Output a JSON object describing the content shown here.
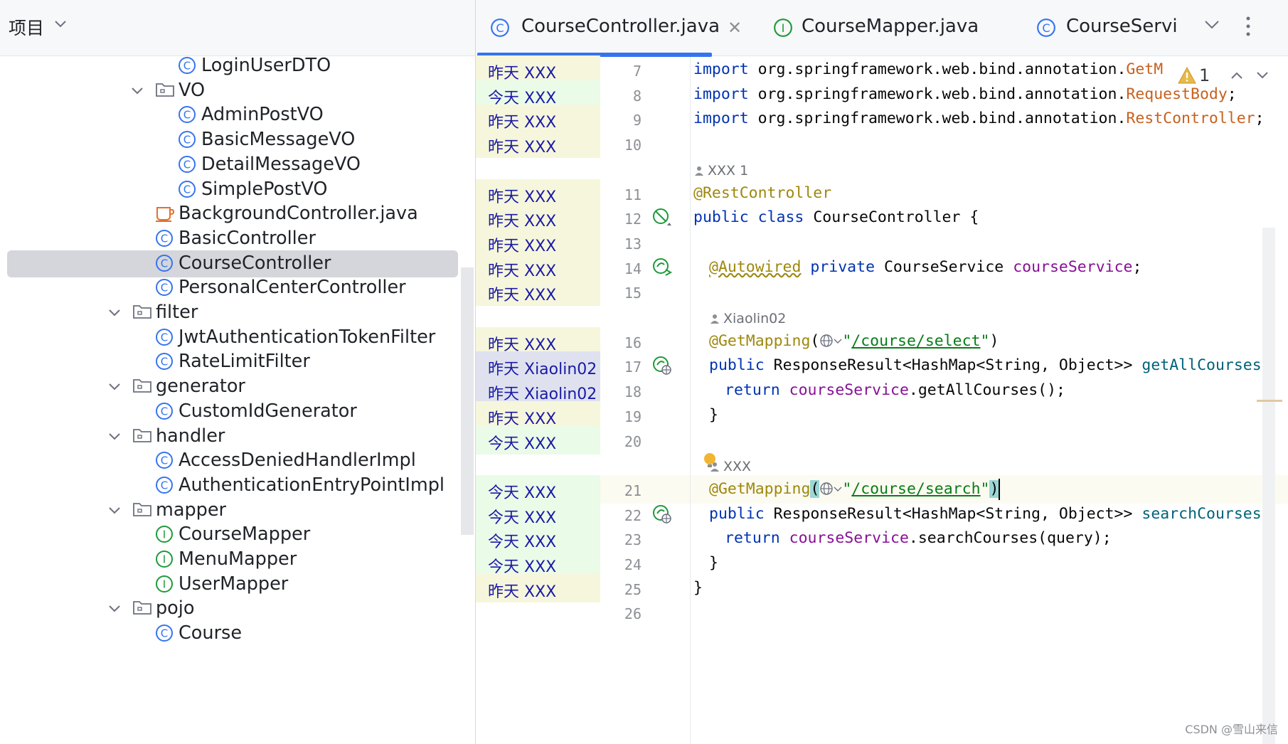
{
  "project": {
    "title": "项目",
    "tree": [
      {
        "label": "LoginUserDTO",
        "icon": "class-icon",
        "indent": 3,
        "expanded": null
      },
      {
        "label": "VO",
        "icon": "folder-icon",
        "indent": 2,
        "expanded": true
      },
      {
        "label": "AdminPostVO",
        "icon": "class-icon",
        "indent": 3,
        "expanded": null
      },
      {
        "label": "BasicMessageVO",
        "icon": "class-icon",
        "indent": 3,
        "expanded": null
      },
      {
        "label": "DetailMessageVO",
        "icon": "class-icon",
        "indent": 3,
        "expanded": null
      },
      {
        "label": "SimplePostVO",
        "icon": "class-icon",
        "indent": 3,
        "expanded": null
      },
      {
        "label": "BackgroundController.java",
        "icon": "java-file-icon",
        "indent": 2,
        "expanded": null
      },
      {
        "label": "BasicController",
        "icon": "class-icon",
        "indent": 2,
        "expanded": null
      },
      {
        "label": "CourseController",
        "icon": "class-icon",
        "indent": 2,
        "expanded": null,
        "selected": true
      },
      {
        "label": "PersonalCenterController",
        "icon": "class-icon",
        "indent": 2,
        "expanded": null
      },
      {
        "label": "filter",
        "icon": "folder-icon",
        "indent": 1,
        "expanded": true
      },
      {
        "label": "JwtAuthenticationTokenFilter",
        "icon": "class-icon",
        "indent": 2,
        "expanded": null
      },
      {
        "label": "RateLimitFilter",
        "icon": "class-icon",
        "indent": 2,
        "expanded": null
      },
      {
        "label": "generator",
        "icon": "folder-icon",
        "indent": 1,
        "expanded": true
      },
      {
        "label": "CustomIdGenerator",
        "icon": "class-icon",
        "indent": 2,
        "expanded": null
      },
      {
        "label": "handler",
        "icon": "folder-icon",
        "indent": 1,
        "expanded": true
      },
      {
        "label": "AccessDeniedHandlerImpl",
        "icon": "class-icon",
        "indent": 2,
        "expanded": null
      },
      {
        "label": "AuthenticationEntryPointImpl",
        "icon": "class-icon",
        "indent": 2,
        "expanded": null
      },
      {
        "label": "mapper",
        "icon": "folder-icon",
        "indent": 1,
        "expanded": true
      },
      {
        "label": "CourseMapper",
        "icon": "interface-icon",
        "indent": 2,
        "expanded": null
      },
      {
        "label": "MenuMapper",
        "icon": "interface-icon",
        "indent": 2,
        "expanded": null
      },
      {
        "label": "UserMapper",
        "icon": "interface-icon",
        "indent": 2,
        "expanded": null
      },
      {
        "label": "pojo",
        "icon": "folder-icon",
        "indent": 1,
        "expanded": true
      },
      {
        "label": "Course",
        "icon": "class-icon",
        "indent": 2,
        "expanded": null
      }
    ]
  },
  "tabs": [
    {
      "label": "CourseController.java",
      "icon": "class-icon",
      "active": true
    },
    {
      "label": "CourseMapper.java",
      "icon": "interface-icon",
      "active": false
    },
    {
      "label": "CourseServic",
      "icon": "class-icon",
      "active": false
    }
  ],
  "warnings": {
    "count": "1"
  },
  "lines": [
    {
      "no": "7",
      "blame": "昨天 XXX",
      "blame_kind": "yesterday",
      "code": "import org.springframework.web.bind.annotation.GetM",
      "kind": "import",
      "tail": "GetM",
      "tailsuffix": ""
    },
    {
      "no": "8",
      "blame": "今天 XXX",
      "blame_kind": "today",
      "code": "import org.springframework.web.bind.annotation.RequestBody;",
      "kind": "import",
      "tail": "RequestBody",
      "tailsuffix": ";"
    },
    {
      "no": "9",
      "blame": "昨天 XXX",
      "blame_kind": "yesterday",
      "code": "import org.springframework.web.bind.annotation.RestController;",
      "kind": "import",
      "tail": "RestController",
      "tailsuffix": ";"
    },
    {
      "no": "10",
      "blame": "昨天 XXX",
      "blame_kind": "yesterday",
      "code": "",
      "kind": "blank"
    },
    {
      "inlay": "XXX 1"
    },
    {
      "no": "11",
      "blame": "昨天 XXX",
      "blame_kind": "yesterday",
      "kind": "annotation",
      "text": "@RestController"
    },
    {
      "no": "12",
      "blame": "昨天 XXX",
      "blame_kind": "yesterday",
      "kind": "classdecl",
      "gutter": "bean-icon"
    },
    {
      "no": "13",
      "blame": "昨天 XXX",
      "blame_kind": "yesterday",
      "kind": "blank"
    },
    {
      "no": "14",
      "blame": "昨天 XXX",
      "blame_kind": "yesterday",
      "kind": "autowired",
      "gutter": "bean-nav-icon"
    },
    {
      "no": "15",
      "blame": "昨天 XXX",
      "blame_kind": "yesterday",
      "kind": "blank"
    },
    {
      "inlay": "Xiaolin02"
    },
    {
      "no": "16",
      "blame": "昨天 XXX",
      "blame_kind": "yesterday",
      "kind": "getmapping",
      "url": "/course/select"
    },
    {
      "no": "17",
      "blame": "昨天 Xiaolin02",
      "blame_kind": "other",
      "kind": "method",
      "name": "getAllCourses",
      "gutter": "endpoint-icon"
    },
    {
      "no": "18",
      "blame": "昨天 Xiaolin02",
      "blame_kind": "other",
      "kind": "return",
      "call": "getAllCourses",
      "args": "()"
    },
    {
      "no": "19",
      "blame": "昨天 XXX",
      "blame_kind": "yesterday",
      "kind": "close"
    },
    {
      "no": "20",
      "blame": "今天 XXX",
      "blame_kind": "today",
      "kind": "blank"
    },
    {
      "inlay": "XXX"
    },
    {
      "no": "21",
      "blame": "今天 XXX",
      "blame_kind": "today",
      "kind": "getmapping",
      "url": "/course/search",
      "current": true
    },
    {
      "no": "22",
      "blame": "今天 XXX",
      "blame_kind": "today",
      "kind": "method",
      "name": "searchCourses",
      "gutter": "endpoint-icon"
    },
    {
      "no": "23",
      "blame": "今天 XXX",
      "blame_kind": "today",
      "kind": "return",
      "call": "searchCourses",
      "args": "(query)"
    },
    {
      "no": "24",
      "blame": "今天 XXX",
      "blame_kind": "today",
      "kind": "close"
    },
    {
      "no": "25",
      "blame": "昨天 XXX",
      "blame_kind": "yesterday",
      "kind": "classclose"
    },
    {
      "no": "26",
      "blame": "",
      "blame_kind": "none",
      "kind": "blank"
    }
  ],
  "code_tokens": {
    "import_kw": "import",
    "import_pkg": "org.springframework.web.bind.annotation.",
    "public": "public",
    "class": "class",
    "class_name": "CourseController",
    "open_brace": "{",
    "autowired": "@Autowired",
    "private": "private",
    "service_type": "CourseService",
    "service_field": "courseService",
    "getmapping": "@GetMapping",
    "response_type": "ResponseResult<HashMap<String, Object>>",
    "return": "return",
    "close_brace": "}"
  },
  "watermark": "CSDN @雪山来信",
  "colors": {
    "blame_yesterday": "#f6f6dc",
    "blame_today": "#eafbe8",
    "blame_other": "#dfe2ee",
    "selection": "#d4d6db",
    "accent": "#3574f0"
  }
}
